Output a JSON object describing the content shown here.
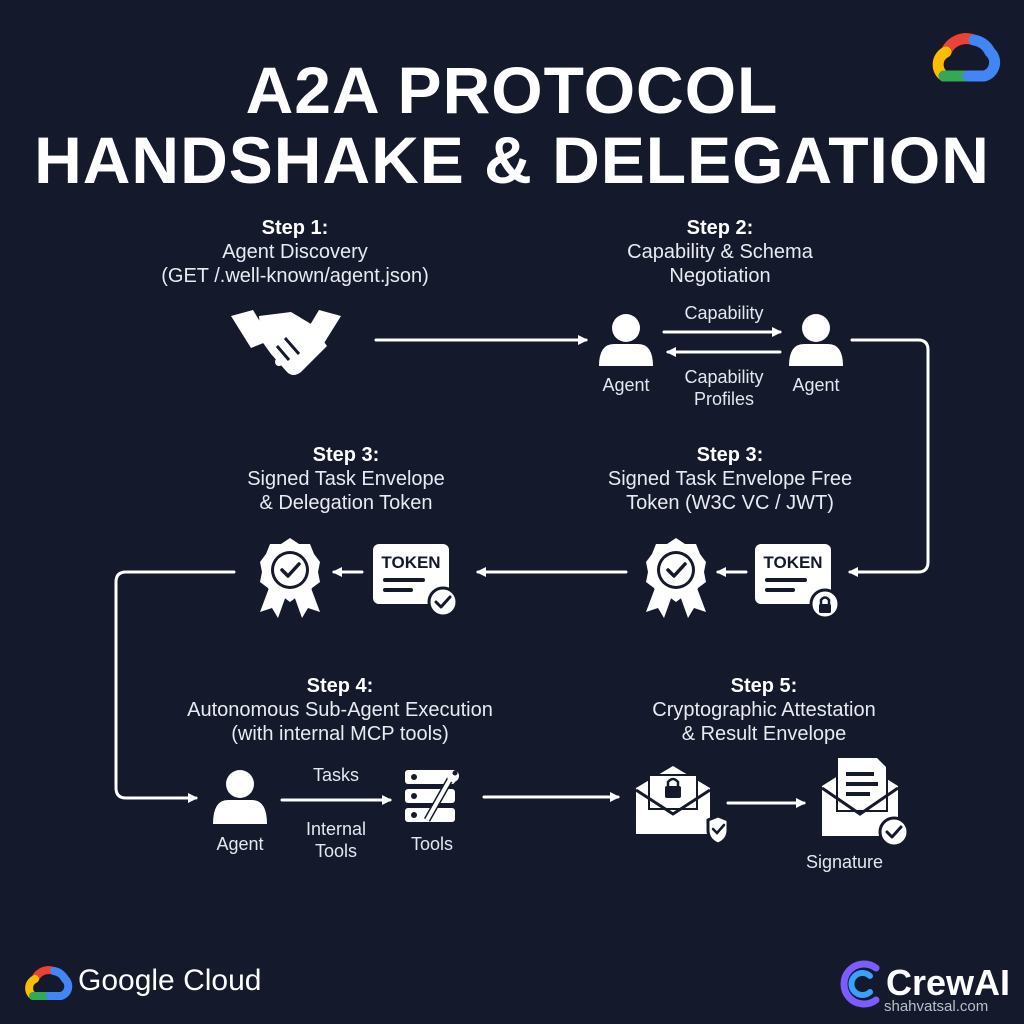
{
  "title": {
    "line1": "A2A PROTOCOL",
    "line2": "HANDSHAKE & DELEGATION"
  },
  "steps": {
    "s1": {
      "heading": "Step 1:",
      "line1": "Agent Discovery",
      "line2": "(GET /.well-known/agent.json)"
    },
    "s2": {
      "heading": "Step 2:",
      "line1": "Capability & Schema",
      "line2": "Negotiation"
    },
    "s3a": {
      "heading": "Step 3:",
      "line1": "Signed Task Envelope",
      "line2": "& Delegation Token"
    },
    "s3b": {
      "heading": "Step 3:",
      "line1": "Signed Task Envelope Free",
      "line2": "Token (W3C VC / JWT)"
    },
    "s4": {
      "heading": "Step 4:",
      "line1": "Autonomous Sub-Agent Execution",
      "line2": "(with internal MCP tools)"
    },
    "s5": {
      "heading": "Step 5:",
      "line1": "Cryptographic Attestation",
      "line2": "& Result Envelope"
    }
  },
  "labels": {
    "agent_left": "Agent",
    "agent_right": "Agent",
    "capability": "Capability",
    "capability_profiles_1": "Capability",
    "capability_profiles_2": "Profiles",
    "token_left": "TOKEN",
    "token_right": "TOKEN",
    "agent_exec": "Agent",
    "tasks": "Tasks",
    "internal_tools_1": "Internal",
    "internal_tools_2": "Tools",
    "tools": "Tools",
    "signature": "Signature"
  },
  "branding": {
    "google_cloud": "Google Cloud",
    "crewai": "CrewAI",
    "credit": "shahvatsal.com"
  },
  "colors": {
    "background": "#141a2b",
    "foreground": "#ffffff",
    "google_blue": "#4285f4",
    "google_red": "#ea4335",
    "google_yellow": "#fbbc04",
    "google_green": "#34a853",
    "crew_purple": "#7b5cff",
    "crew_blue": "#3aa0ff"
  },
  "icons": {
    "discovery": "handshake-icon",
    "agents": "person-icon",
    "certificate": "award-ribbon-icon",
    "token": "token-document-icon",
    "tools": "server-tools-icon",
    "locked_envelope": "locked-envelope-shield-icon",
    "signed_envelope": "document-envelope-check-icon",
    "google_cloud": "google-cloud-logo",
    "crewai": "crewai-logo"
  }
}
